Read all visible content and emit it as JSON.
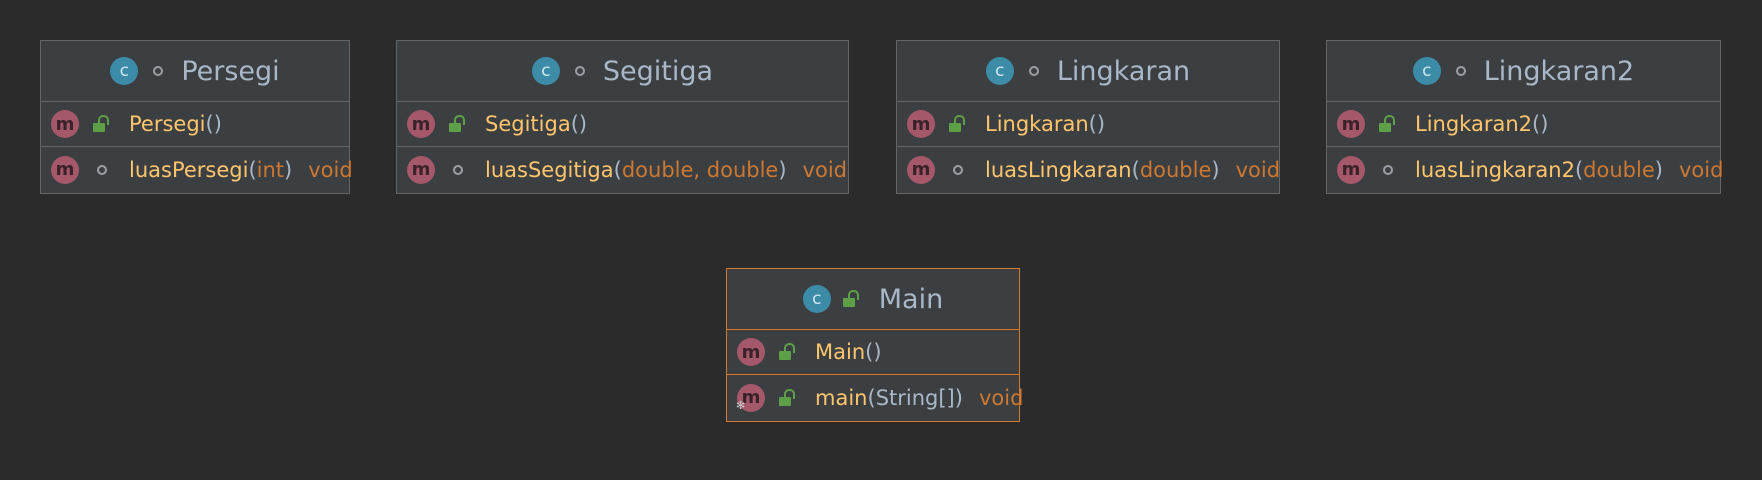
{
  "classes": [
    {
      "name": "Persegi",
      "icon": "class-icon",
      "visibility": "package-private",
      "methods": [
        {
          "name": "Persegi",
          "open": "(",
          "params": "",
          "close": ")",
          "returns": "",
          "visibility": "public"
        },
        {
          "name": "luasPersegi",
          "open": "(",
          "params": "int",
          "close": ")",
          "returns": "void",
          "visibility": "package-private"
        }
      ]
    },
    {
      "name": "Segitiga",
      "icon": "class-icon",
      "visibility": "package-private",
      "methods": [
        {
          "name": "Segitiga",
          "open": "(",
          "params": "",
          "close": ")",
          "returns": "",
          "visibility": "public"
        },
        {
          "name": "luasSegitiga",
          "open": "(",
          "params": "double, double",
          "close": ")",
          "returns": "void",
          "visibility": "package-private"
        }
      ]
    },
    {
      "name": "Lingkaran",
      "icon": "class-icon",
      "visibility": "package-private",
      "methods": [
        {
          "name": "Lingkaran",
          "open": "(",
          "params": "",
          "close": ")",
          "returns": "",
          "visibility": "public"
        },
        {
          "name": "luasLingkaran",
          "open": "(",
          "params": "double",
          "close": ")",
          "returns": "void",
          "visibility": "package-private"
        }
      ]
    },
    {
      "name": "Lingkaran2",
      "icon": "class-icon",
      "visibility": "package-private",
      "methods": [
        {
          "name": "Lingkaran2",
          "open": "(",
          "params": "",
          "close": ")",
          "returns": "",
          "visibility": "public"
        },
        {
          "name": "luasLingkaran2",
          "open": "(",
          "params": "double",
          "close": ")",
          "returns": "void",
          "visibility": "package-private"
        }
      ]
    },
    {
      "name": "Main",
      "icon": "class-icon",
      "visibility": "public",
      "selected": true,
      "methods": [
        {
          "name": "Main",
          "open": "(",
          "params": "",
          "close": ")",
          "returns": "",
          "visibility": "public"
        },
        {
          "name": "main",
          "open": "(",
          "params": "String[]",
          "close": ")",
          "returns": "void",
          "visibility": "public",
          "static": true
        }
      ]
    }
  ],
  "icon_glyphs": {
    "class": "c",
    "method": "m"
  },
  "colors": {
    "background": "#2b2b2b",
    "box": "#3c3f41",
    "border": "#656565",
    "selected_border": "#d2792b",
    "method_name": "#ffc66d",
    "type": "#cc7832",
    "text": "#a9b7c6"
  }
}
